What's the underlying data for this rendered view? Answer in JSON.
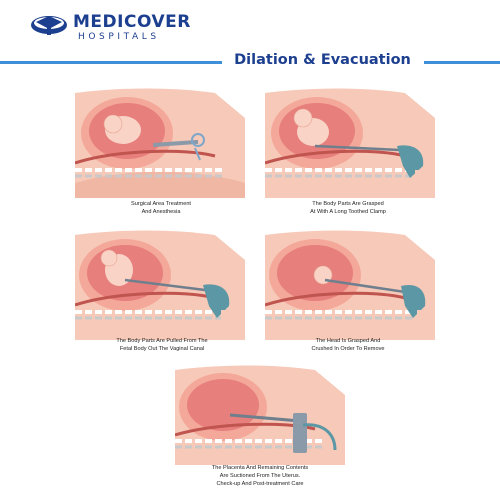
{
  "brand": {
    "name": "MEDICOVER",
    "subtitle": "HOSPITALS",
    "color": "#1d3f8f"
  },
  "header": {
    "title": "Dilation & Evacuation",
    "accent": "#3d8fd8"
  },
  "steps": [
    {
      "caption_line1": "Surgical Area Treatment",
      "caption_line2": "And Anesthesia"
    },
    {
      "caption_line1": "The Body Parts Are Grasped",
      "caption_line2": "At With A Long Toothed Clamp"
    },
    {
      "caption_line1": "The Body Parts Are Pulled From The",
      "caption_line2": "Fetal Body Out The Vaginal Canal"
    },
    {
      "caption_line1": "The Head Is Grasped And",
      "caption_line2": "Crushed In Order To Remove"
    },
    {
      "caption_line1": "The Placenta And Remaining Contents",
      "caption_line2": "Are Suctioned From The Uterus.",
      "caption_line3": "Check-up And Post-treatment Care"
    }
  ],
  "colors": {
    "skin": "#f6c9b8",
    "tissue": "#f4a89a",
    "uterus": "#e77f7c",
    "fetus": "#f9d3c6",
    "glove": "#5b97a4",
    "instrument": "#8a9aa8"
  }
}
